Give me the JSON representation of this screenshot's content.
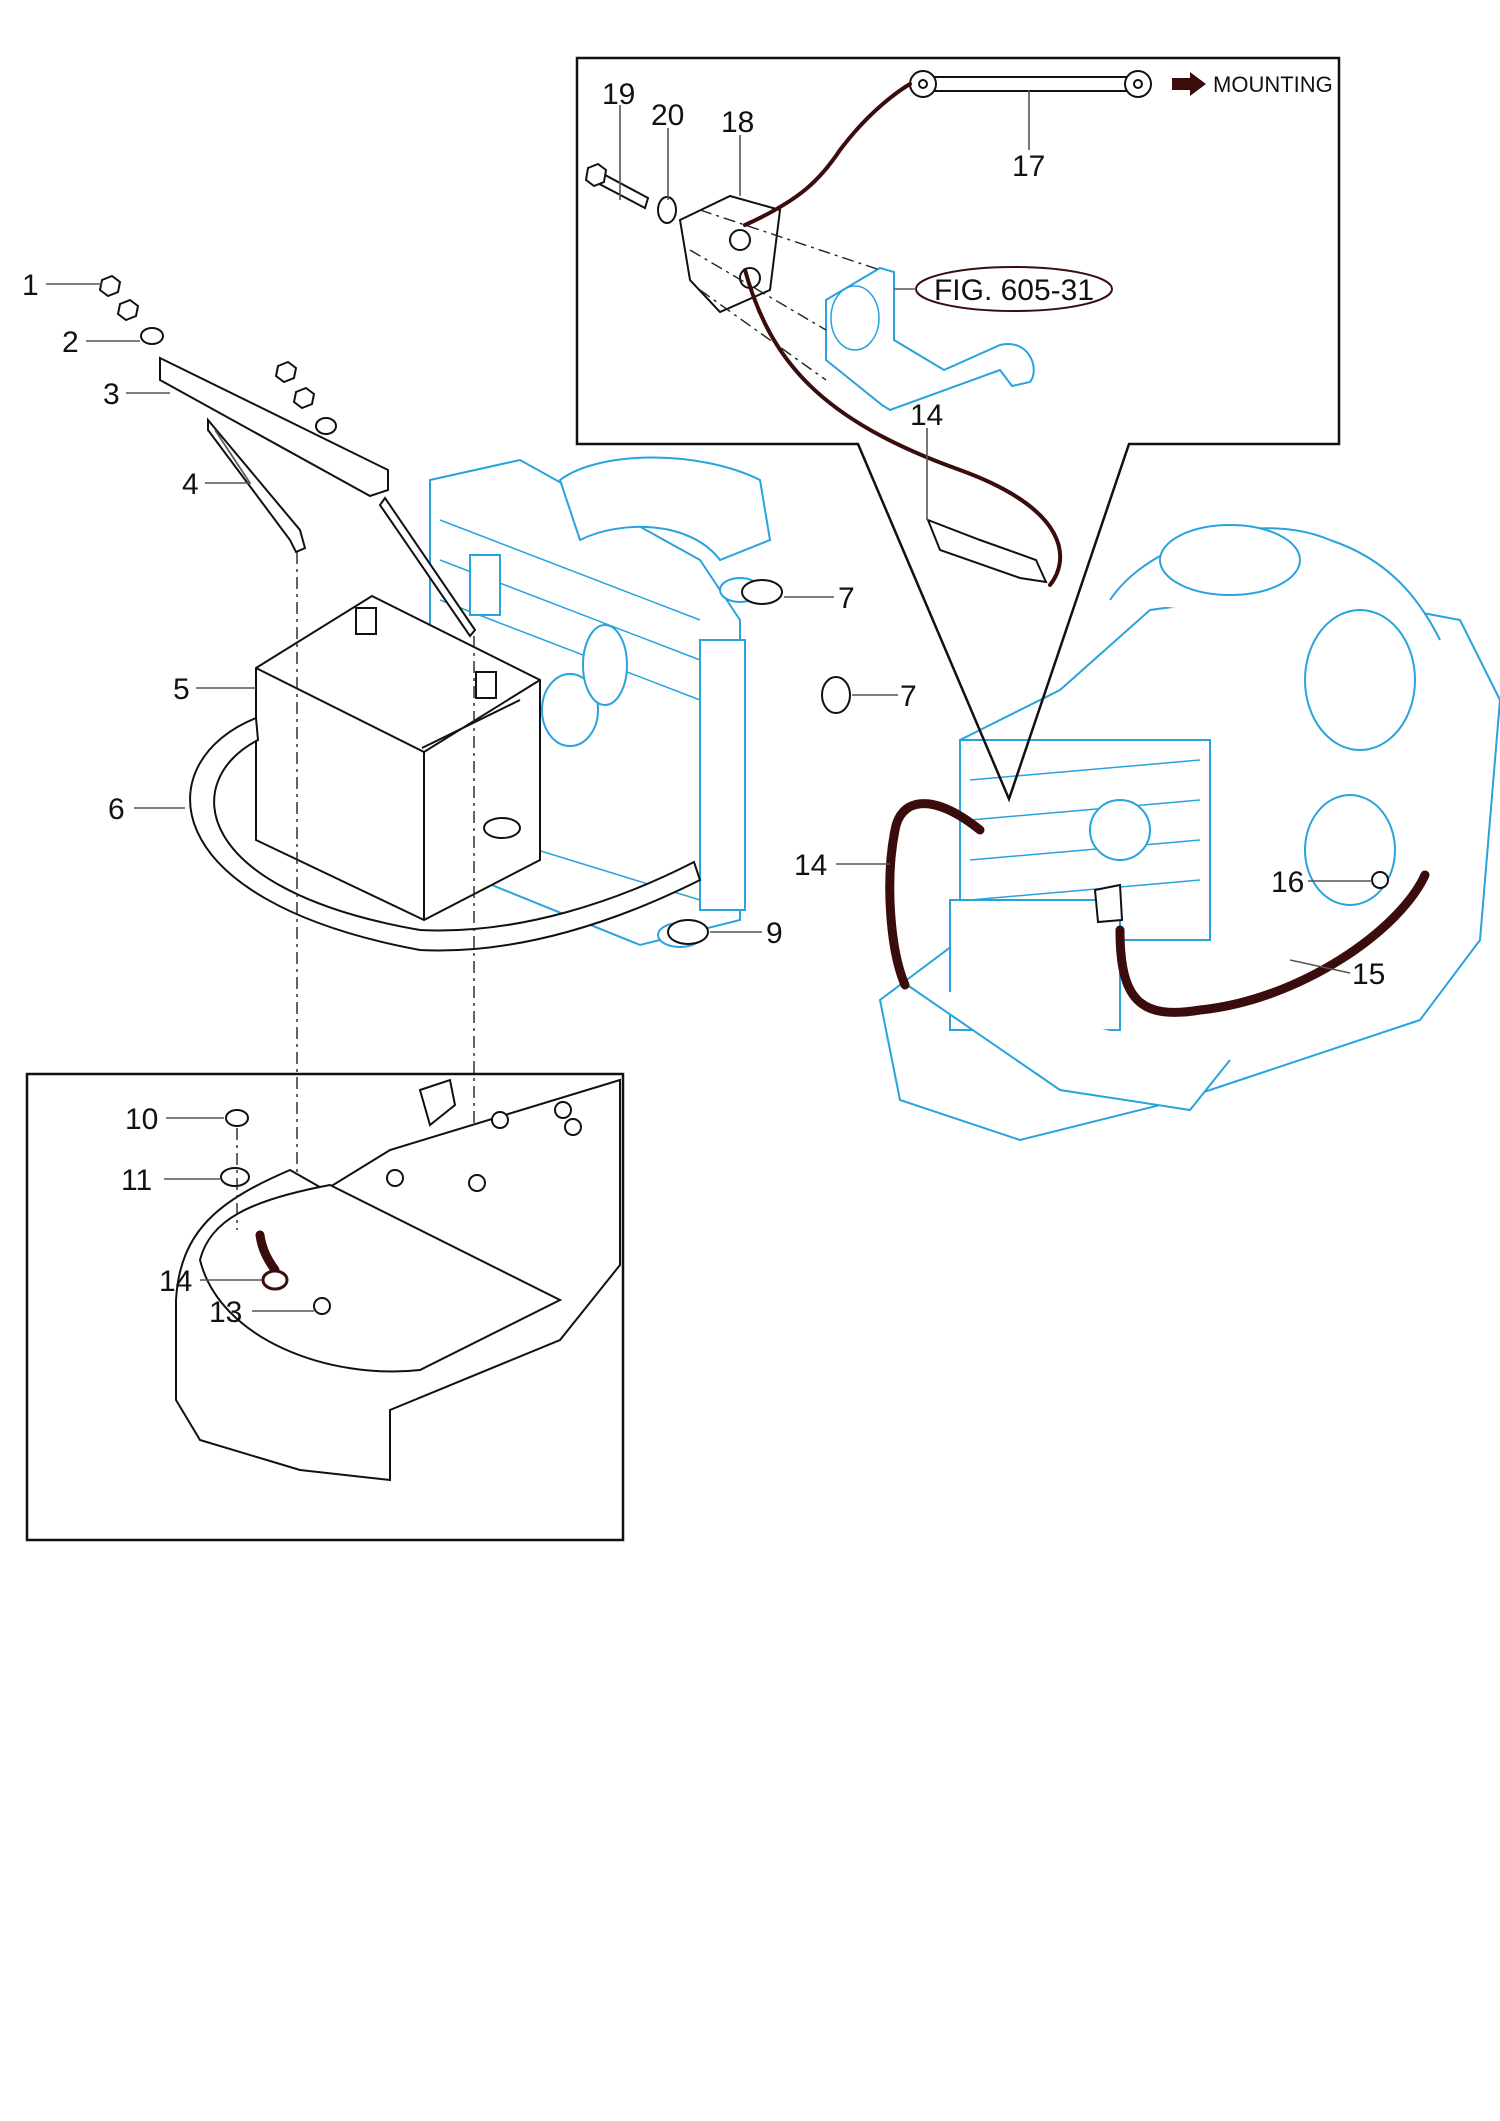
{
  "diagram": {
    "callouts": {
      "c1": "1",
      "c2": "2",
      "c3": "3",
      "c4": "4",
      "c5": "5",
      "c6": "6",
      "c7a": "7",
      "c7b": "7",
      "c9": "9",
      "c10": "10",
      "c11": "11",
      "c13": "13",
      "c14_frame": "14",
      "c14_engine": "14",
      "c14_detail": "14",
      "c15": "15",
      "c16": "16",
      "c17": "17",
      "c18": "18",
      "c19": "19",
      "c20": "20"
    },
    "mounting_label": "MOUNTING",
    "figure_reference": "FIG. 605-31",
    "colors": {
      "line": "#111111",
      "engine": "#29a3dc",
      "cable": "#3a0c0c"
    }
  }
}
